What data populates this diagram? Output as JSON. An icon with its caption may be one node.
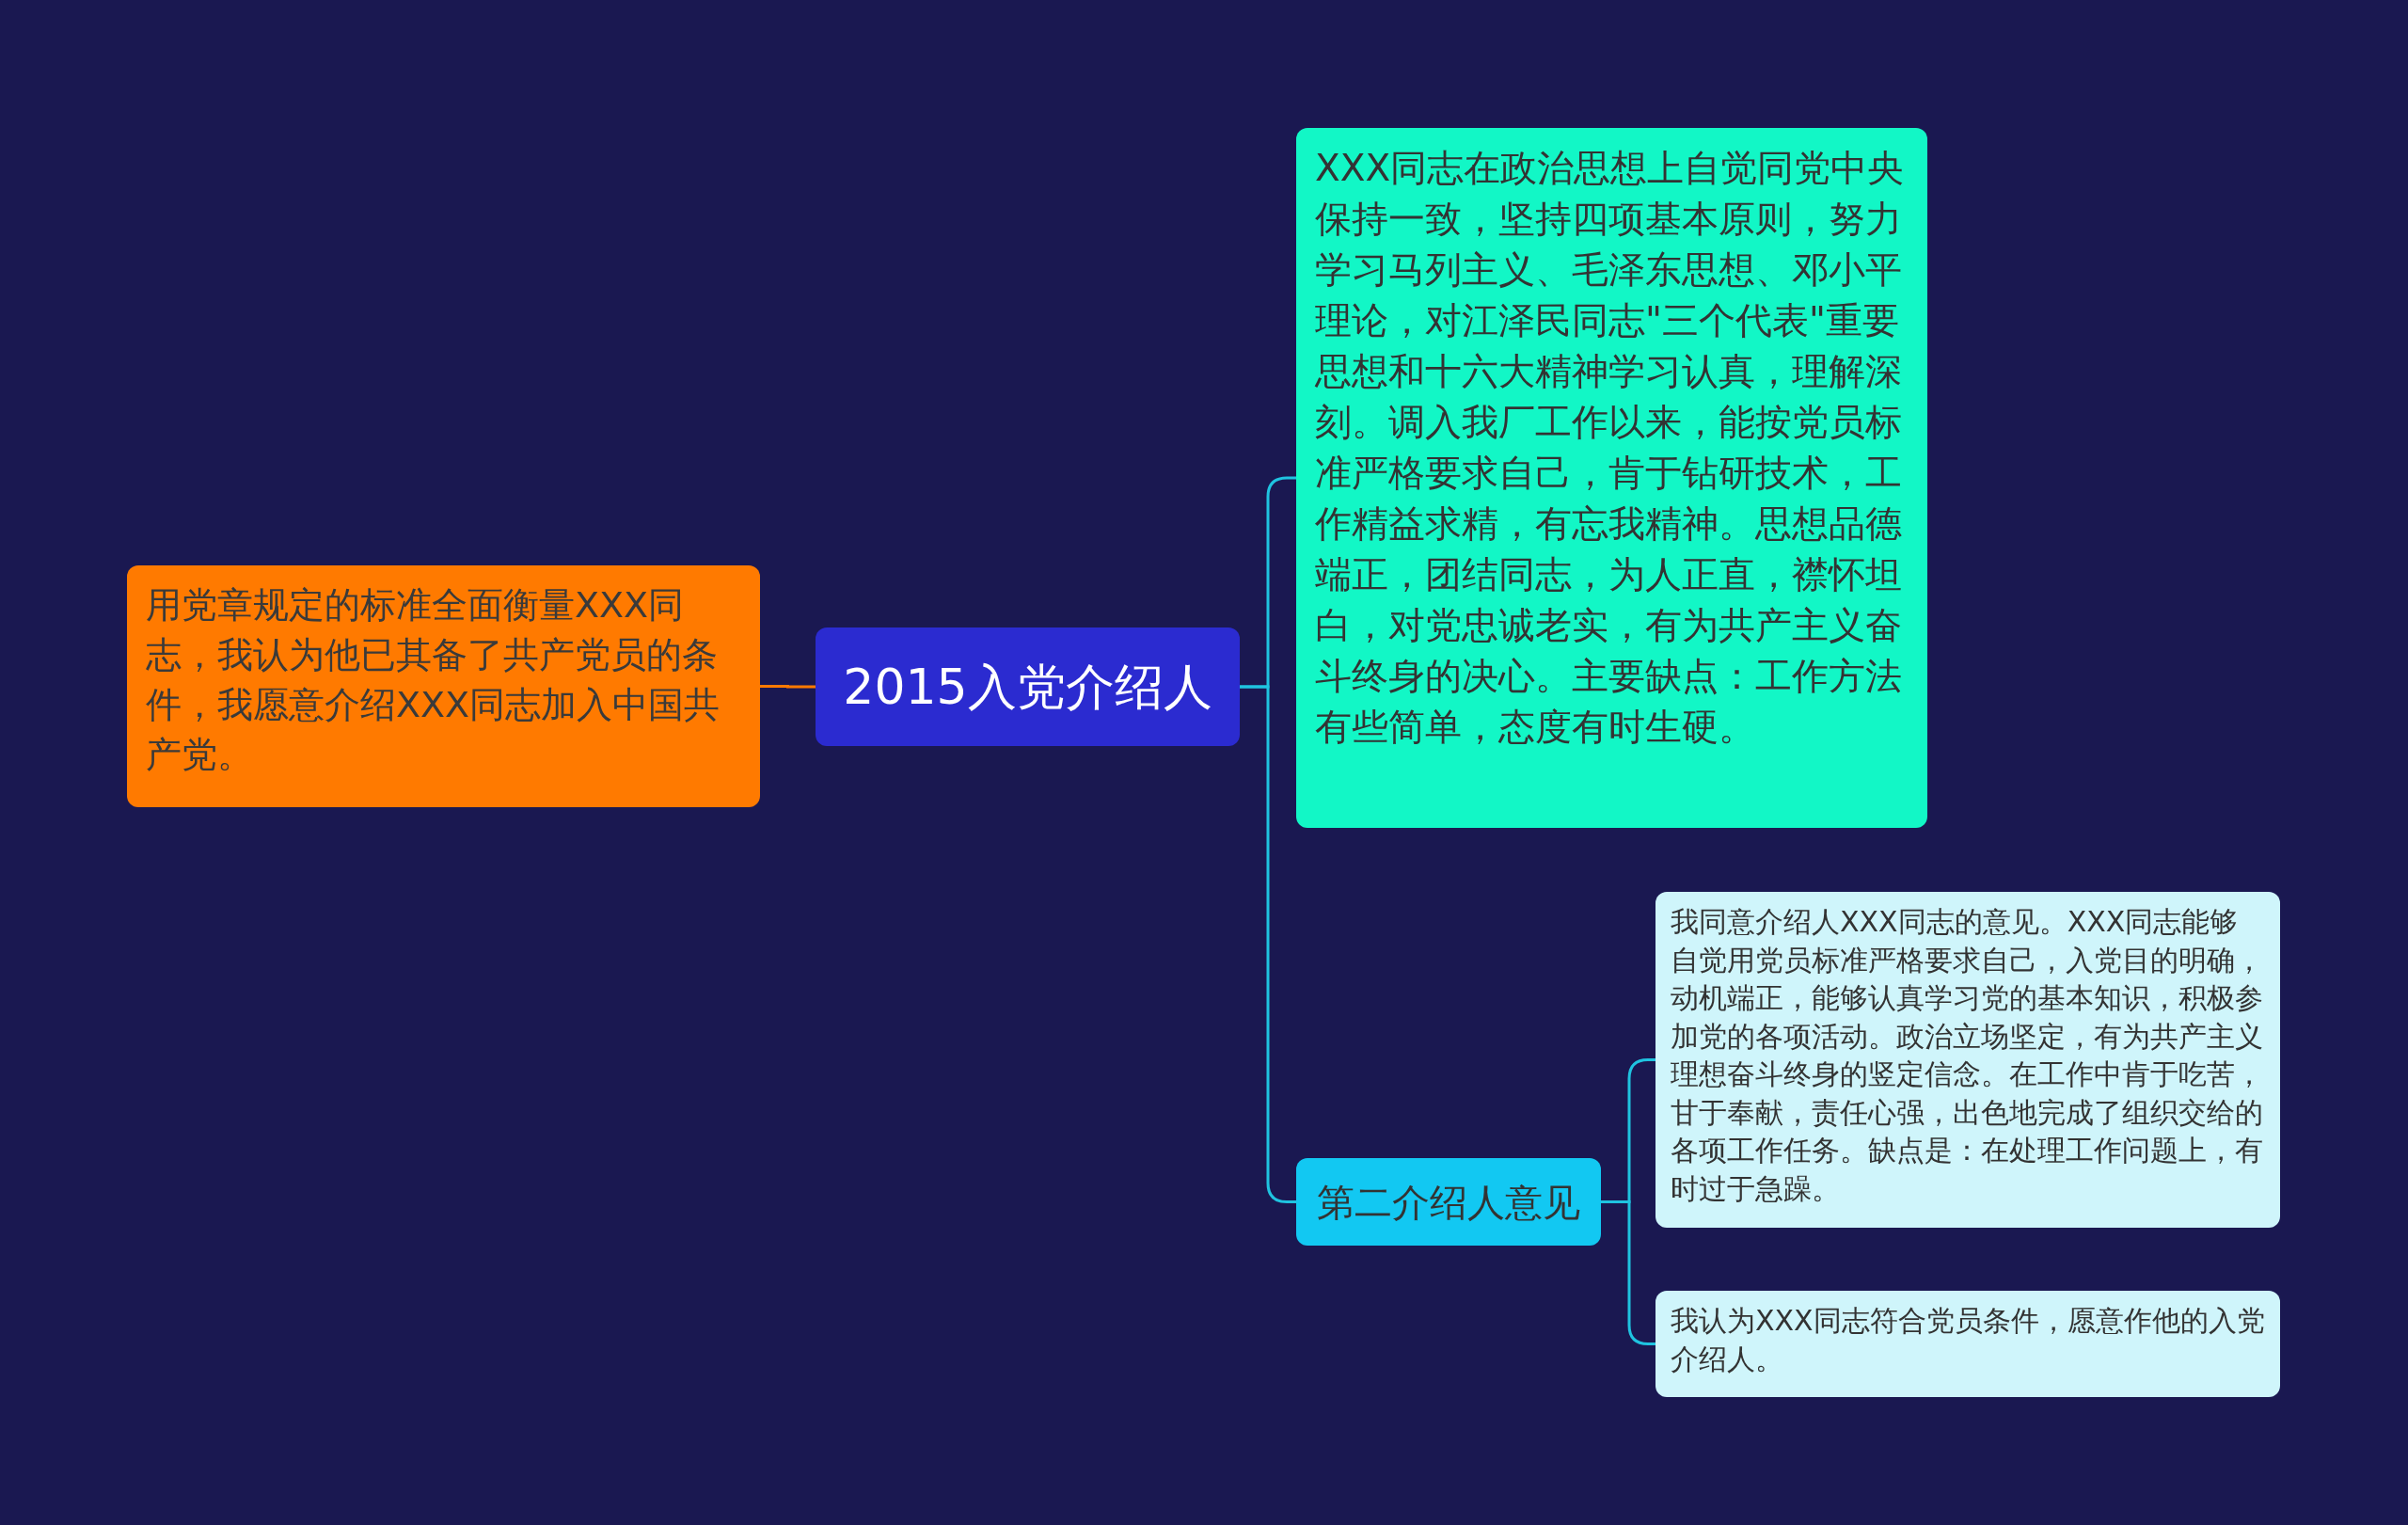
{
  "diagram": {
    "nodes": [
      {
        "text": [
          "2015入党介绍人"
        ]
      },
      {
        "text": [
          "用党章规定的标准全面衡量XXX同志，我认为他已其备了共产党员的条件，我愿意介绍XXX同志加入中国共产党。"
        ]
      },
      {
        "text": [
          "XXX同志在政治思想上自觉同党中央保持一致，坚持四项基本原则，努力学习马列主义、毛泽东思想、邓小平理论，对江泽民同志\"三个代表\"重要思想和十六大精神学习认真，理解深刻。调入我厂工作以来，能按党员标准严格要求自己，肯于钻研技术，工作精益求精，有忘我精神。思想品德端正，团结同志，为人正直，襟怀坦白，对党忠诚老实，有为共产主义奋斗终身的决心。主要缺点：工作方法有些简单，态度有时生硬。"
        ]
      },
      {
        "text": [
          "第二介绍人意见"
        ]
      },
      {
        "text": [
          "我同意介绍人XXX同志的意见。XXX同志能够自觉用党员标准严格要求自己，入党目的明确，动机端正，能够认真学习党的基本知识，积极参加党的各项活动。政治立场坚定，有为共产主义理想奋斗终身的竖定信念。在工作中肯于吃苦，甘于奉献，责任心强，出色地完成了组织交给的各项工作任务。缺点是：在处理工作问题上，有时过于急躁。"
        ]
      },
      {
        "text": [
          "我认为XXX同志符合党员条件，愿意作他的入党介绍人。"
        ]
      }
    ],
    "edges": [
      {
        "from": 0,
        "to": 1,
        "arrow": "none",
        "color": "#ff7a00"
      },
      {
        "from": 0,
        "to": 2,
        "arrow": "none"
      },
      {
        "from": 0,
        "to": 3,
        "arrow": "none"
      },
      {
        "from": 3,
        "to": 4,
        "arrow": "none"
      },
      {
        "from": 3,
        "to": 5,
        "arrow": "none"
      }
    ]
  }
}
